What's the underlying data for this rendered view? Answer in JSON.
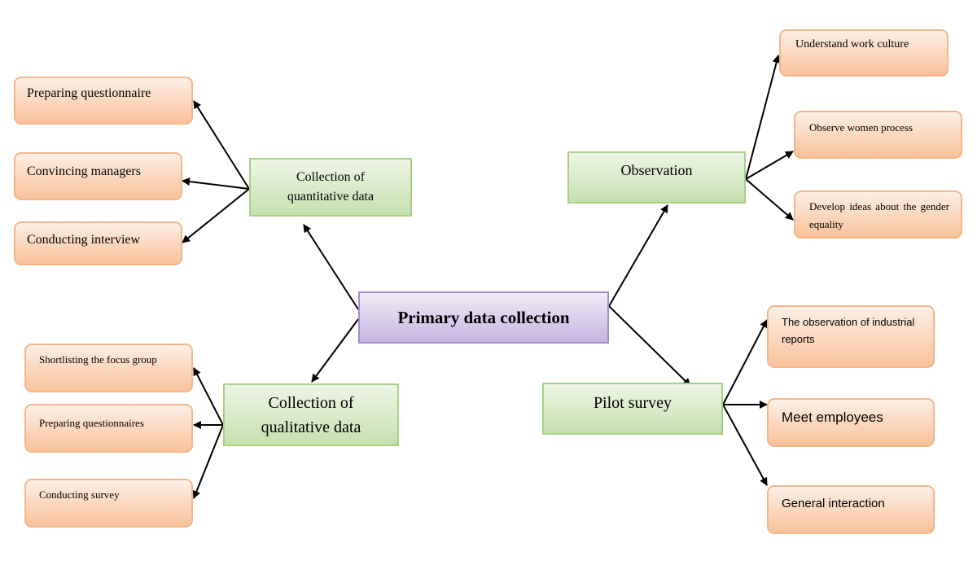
{
  "center": {
    "label": "Primary data collection"
  },
  "branches": {
    "quantitative": {
      "label": "Collection of quantitative data",
      "items": [
        "Preparing questionnaire",
        "Convincing managers",
        "Conducting interview"
      ]
    },
    "qualitative": {
      "label": "Collection of qualitative data",
      "items": [
        "Shortlisting the focus group",
        "Preparing questionnaires",
        "Conducting survey"
      ]
    },
    "observation": {
      "label": "Observation",
      "items": [
        "Understand work culture",
        "Observe women process",
        "Develop ideas about the gender equality"
      ]
    },
    "pilot": {
      "label": "Pilot survey",
      "items": [
        "The observation of industrial reports",
        "Meet employees",
        "General interaction"
      ]
    }
  },
  "colors": {
    "center_fill": "#d8cdea",
    "center_border": "#a48bc9",
    "branch_fill": "#d6e9c5",
    "branch_border": "#a9cf87",
    "leaf_fill": "#fbd4b8",
    "leaf_border": "#f5b78a",
    "arrow": "#000000"
  }
}
